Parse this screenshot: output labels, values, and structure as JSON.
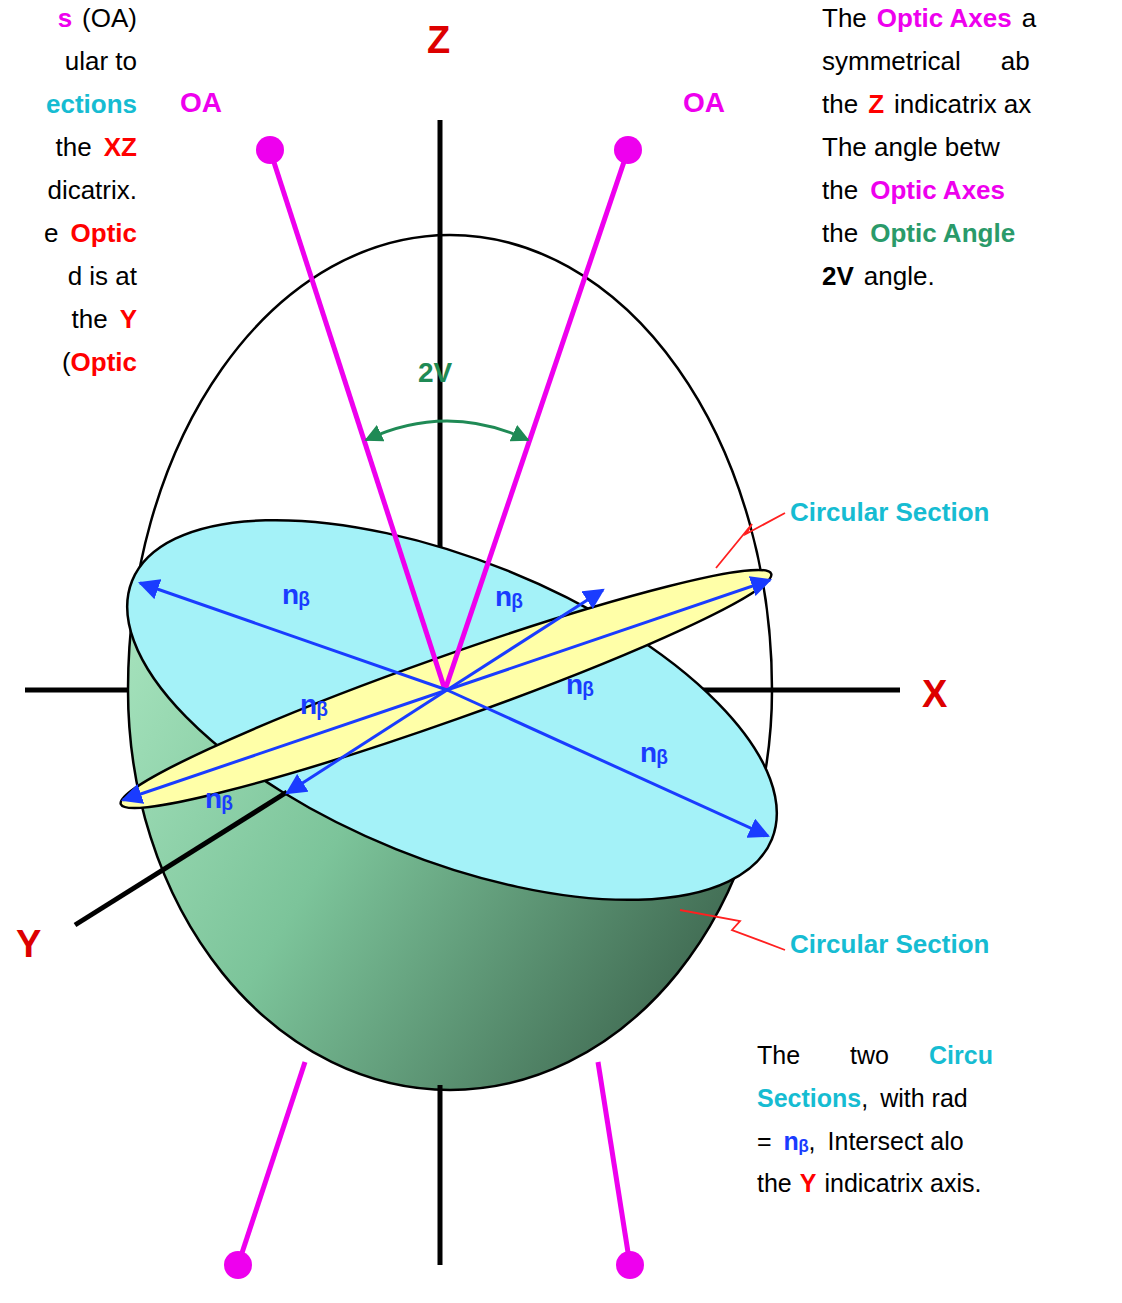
{
  "diagram": {
    "labels": [
      "s",
      "(OA)",
      "ular to",
      "ections",
      "OA",
      "the",
      "XZ",
      "dicatrix.",
      "e",
      "Optic",
      "d is at",
      "the",
      "Y",
      "(",
      "Optic",
      "The",
      "Optic Axes",
      "a",
      "symmetrical",
      "ab",
      "OA",
      "the",
      "Z",
      "indicatrix ax",
      "The angle betw",
      "the",
      "Optic Axes",
      "the",
      "Optic Angle",
      "2V",
      "angle.",
      "Z",
      "2V",
      "Circular Section",
      "Circular Section",
      "X",
      "Y",
      "nᵦ",
      "nᵦ",
      "nᵦ",
      "nᵦ",
      "nᵦ",
      "nᵦ",
      "The",
      "two",
      "Circu",
      "Sections",
      ",",
      "with rad",
      "=",
      "nᵦ",
      ",",
      "Intersect alo",
      "the",
      "Y",
      "indicatrix axis."
    ]
  }
}
